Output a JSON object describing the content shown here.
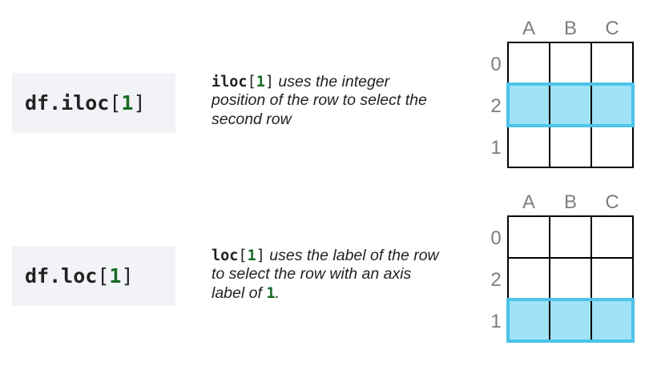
{
  "columns": [
    "A",
    "B",
    "C"
  ],
  "panels": [
    {
      "code": {
        "prefix": "df.iloc",
        "open": "[",
        "arg": "1",
        "close": "]"
      },
      "desc": {
        "method": "iloc",
        "open": "[",
        "arg": "1",
        "close": "]",
        "line1_rest": " uses the integer",
        "line2": "position of the row to select the",
        "line3": "second row"
      },
      "row_labels": [
        "0",
        "2",
        "1"
      ],
      "highlight_row": 1
    },
    {
      "code": {
        "prefix": "df.loc",
        "open": "[",
        "arg": "1",
        "close": "]"
      },
      "desc": {
        "method": "loc",
        "open": "[",
        "arg": "1",
        "close": "]",
        "line1_rest": " uses the label of the row",
        "line2": "to select the row with an axis",
        "line3": "label of ",
        "line3_num": "1",
        "line3_end": "."
      },
      "row_labels": [
        "0",
        "2",
        "1"
      ],
      "highlight_row": 2
    }
  ],
  "colors": {
    "highlight_fill": "#a0e2f5",
    "highlight_stroke": "#4cc3ea",
    "grid_stroke": "#000000",
    "label_color": "#7d7d7d",
    "number_color": "#1a6b24"
  }
}
